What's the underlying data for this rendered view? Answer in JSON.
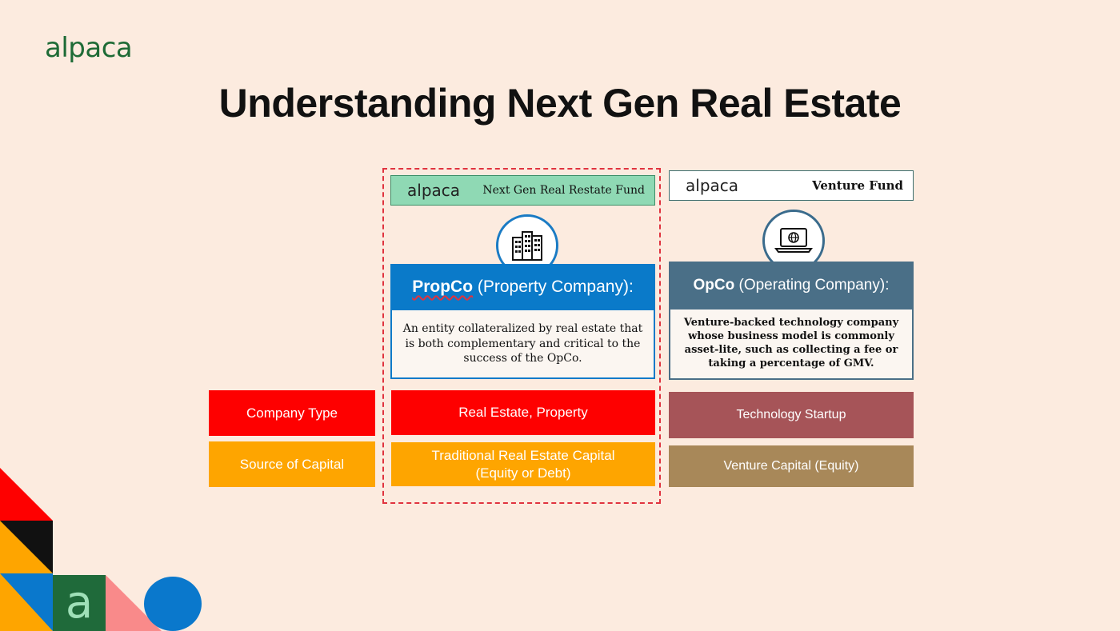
{
  "header": {
    "logo_text": "alpaca",
    "title": "Understanding Next Gen Real Estate"
  },
  "funds": {
    "ngre": {
      "logo": "alpaca",
      "name": "Next Gen Real Restate Fund"
    },
    "venture": {
      "logo": "alpaca",
      "name": "Venture Fund"
    }
  },
  "propco": {
    "icon": "buildings-icon",
    "name_bold": "PropCo",
    "name_rest": " (Property Company):",
    "description": "An entity collateralized by real estate that is both complementary and critical to the success of the OpCo.",
    "company_type": "Real Estate, Property",
    "capital_line1": "Traditional Real Estate Capital",
    "capital_line2": "(Equity or Debt)"
  },
  "opco": {
    "icon": "laptop-globe-icon",
    "name_bold": "OpCo",
    "name_rest": " (Operating Company):",
    "description": "Venture-backed technology company whose business model is commonly asset-lite, such as collecting a fee or taking a percentage of GMV.",
    "company_type": "Technology Startup",
    "capital": "Venture Capital (Equity)"
  },
  "row_labels": {
    "company_type": "Company Type",
    "source_of_capital": "Source of Capital"
  },
  "decoration": {
    "logo_letter": "a"
  },
  "colors": {
    "background": "#fcebdf",
    "brand_green": "#1e6b36",
    "propco_blue": "#0a7ac9",
    "opco_slate": "#4a6f87",
    "red": "#fe0000",
    "orange": "#fea500",
    "opco_red": "#a65458",
    "opco_tan": "#a88859",
    "fund_green": "#8fd9b4"
  }
}
